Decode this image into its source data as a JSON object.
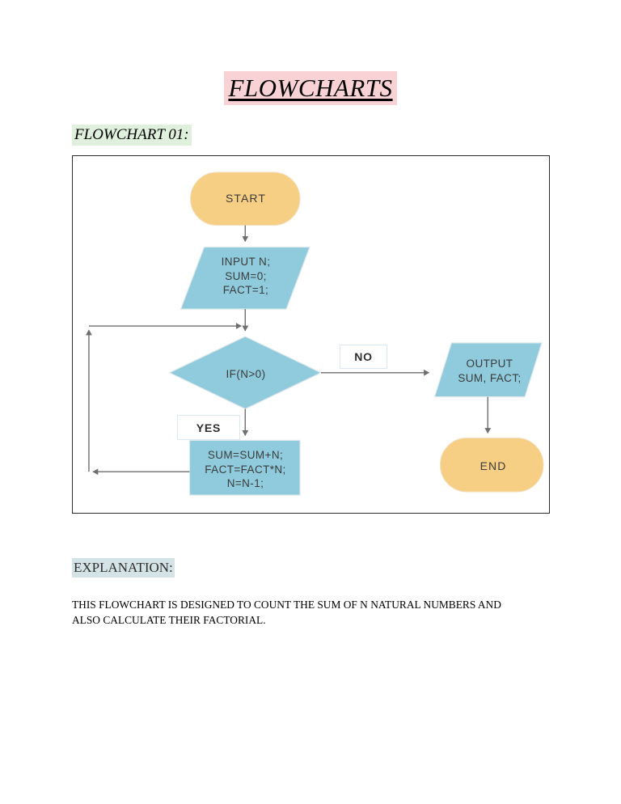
{
  "document": {
    "title": "FLOWCHARTS",
    "section_heading": "FLOWCHART 01:",
    "explanation_heading": "EXPLANATION:",
    "explanation_body": "THIS FLOWCHART IS DESIGNED TO COUNT THE SUM OF N NATURAL NUMBERS AND ALSO CALCULATE THEIR FACTORIAL."
  },
  "colors": {
    "title_highlight": "#f9d2d5",
    "heading_highlight": "#dff0dd",
    "explanation_highlight": "#d4e3e5",
    "terminator_fill": "#f6cf85",
    "process_fill": "#8fcbdc",
    "io_fill": "#8fcbdc",
    "decision_fill": "#8fcbdc",
    "shape_stroke": "#dfe8ea",
    "connector": "#6e6e6e",
    "node_text": "#3b3b3b",
    "frame_border": "#2b2b2b"
  },
  "flowchart": {
    "nodes": {
      "start": {
        "type": "terminator",
        "label": "START"
      },
      "input": {
        "type": "io",
        "label": "INPUT N;\nSUM=0;\nFACT=1;"
      },
      "decision": {
        "type": "decision",
        "label": "IF(N>0)"
      },
      "process": {
        "type": "process",
        "label": "SUM=SUM+N;\nFACT=FACT*N;\nN=N-1;"
      },
      "output": {
        "type": "io",
        "label": "OUTPUT\nSUM, FACT;"
      },
      "end": {
        "type": "terminator",
        "label": "END"
      }
    },
    "branches": {
      "yes": "YES",
      "no": "NO"
    }
  }
}
